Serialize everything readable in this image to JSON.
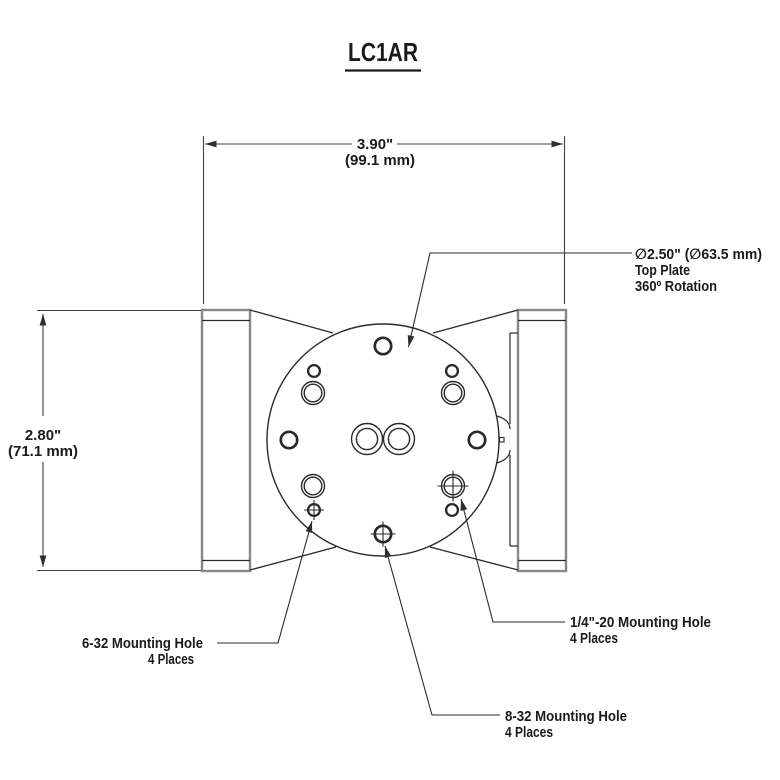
{
  "title": "LC1AR",
  "dimensions": {
    "width": {
      "inches": "3.90\"",
      "metric": "(99.1 mm)"
    },
    "height": {
      "inches": "2.80\"",
      "metric": "(71.1 mm)"
    }
  },
  "annotations": {
    "top_plate": {
      "line1": "∅2.50\" (∅63.5 mm)",
      "line2": "Top Plate",
      "line3": "360º Rotation"
    },
    "hole_632": {
      "line1": "6-32 Mounting Hole",
      "line2": "4 Places"
    },
    "hole_832": {
      "line1": "8-32 Mounting Hole",
      "line2": "4 Places"
    },
    "hole_quarter": {
      "line1": "1/4\"-20 Mounting Hole",
      "line2": "4 Places"
    }
  },
  "colors": {
    "background": "#ffffff",
    "text": "#1a1a1a",
    "line": "#2a2a2c",
    "outline": "#87888a",
    "dim": "#3f3f41"
  }
}
